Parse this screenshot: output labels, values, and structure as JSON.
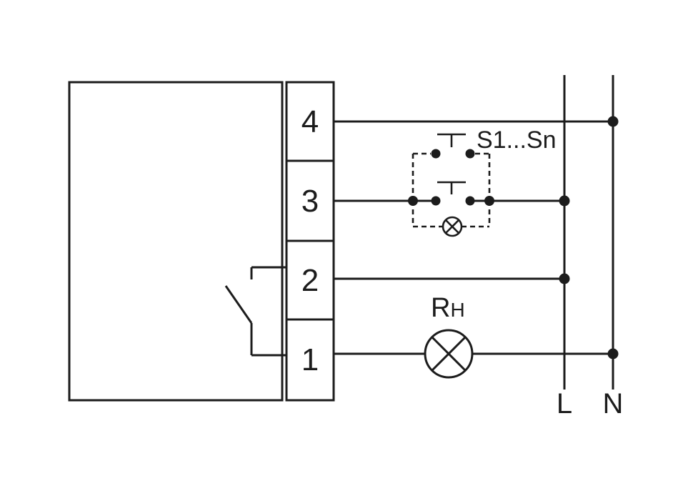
{
  "diagram": {
    "terminals": [
      {
        "number": "4"
      },
      {
        "number": "3"
      },
      {
        "number": "2"
      },
      {
        "number": "1"
      }
    ],
    "labels": {
      "pushbuttons": "S1...Sn",
      "load_main": "R",
      "load_sub": "H",
      "line": "L",
      "neutral": "N"
    },
    "symbols": {
      "load-lamp-icon": "circle-with-x",
      "indicator-lamp-icon": "small-circle-with-x",
      "pushbutton-icon": "normally-open-pushbutton",
      "relay-contact-icon": "normally-open-contact",
      "junction-dot": "filled-circle"
    },
    "colors": {
      "stroke": "#1c1c1c",
      "background": "#ffffff"
    }
  }
}
